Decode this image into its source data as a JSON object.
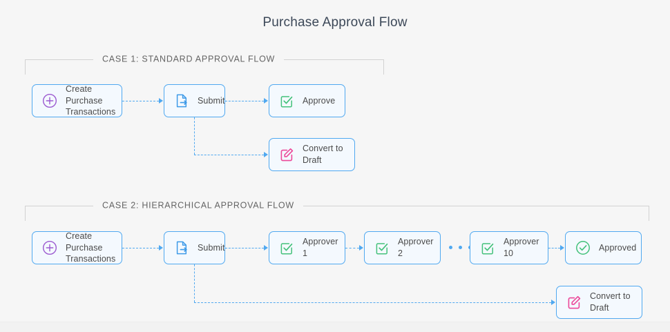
{
  "page": {
    "title": "Purchase Approval Flow",
    "background_color": "#f6f6f6"
  },
  "colors": {
    "node_border": "#4fa8f0",
    "node_fill": "#f4f9fe",
    "connector": "#4fa8f0",
    "group_border": "#d2d2d2",
    "icon_create": "#9b59d0",
    "icon_submit": "#3d9ae8",
    "icon_approve": "#43c17a",
    "icon_draft": "#ec4899",
    "label_text": "#4a4a4a",
    "title_text": "#3c4858"
  },
  "cases": [
    {
      "id": "case-1",
      "legend": "CASE 1: STANDARD APPROVAL FLOW",
      "nodes": [
        {
          "id": "c1-create",
          "label": "Create Purchase\nTransactions",
          "icon": "plus-circle-icon"
        },
        {
          "id": "c1-submit",
          "label": "Submit",
          "icon": "document-arrow-icon"
        },
        {
          "id": "c1-approve",
          "label": "Approve",
          "icon": "checkbox-check-icon"
        },
        {
          "id": "c1-draft",
          "label": "Convert to Draft",
          "icon": "pencil-square-icon"
        }
      ]
    },
    {
      "id": "case-2",
      "legend": "CASE 2: HIERARCHICAL APPROVAL FLOW",
      "nodes": [
        {
          "id": "c2-create",
          "label": "Create Purchase\nTransactions",
          "icon": "plus-circle-icon"
        },
        {
          "id": "c2-submit",
          "label": "Submit",
          "icon": "document-arrow-icon"
        },
        {
          "id": "c2-approver-1",
          "label": "Approver 1",
          "icon": "checkbox-check-icon"
        },
        {
          "id": "c2-approver-2",
          "label": "Approver 2",
          "icon": "checkbox-check-icon"
        },
        {
          "id": "c2-approver-10",
          "label": "Approver 10",
          "icon": "checkbox-check-icon"
        },
        {
          "id": "c2-approved",
          "label": "Approved",
          "icon": "check-circle-icon"
        },
        {
          "id": "c2-draft",
          "label": "Convert to Draft",
          "icon": "pencil-square-icon"
        }
      ],
      "ellipsis": "• • •"
    }
  ]
}
